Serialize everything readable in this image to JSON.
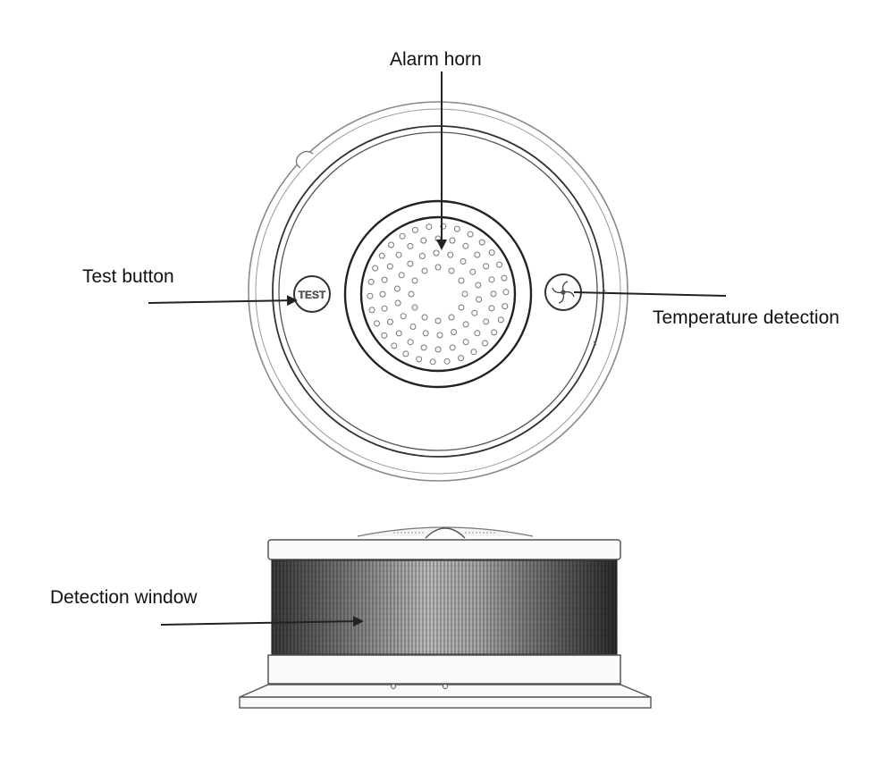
{
  "labels": {
    "alarm_horn": "Alarm horn",
    "test_button": "Test button",
    "temperature_detection": "Temperature detection",
    "detection_window": "Detection window"
  },
  "device": {
    "button_text": "TEST"
  },
  "colors": {
    "line": "#222222",
    "outline_light": "#8a8a8a",
    "mesh_dark": "#2f2f2f",
    "mesh_light": "#b8b8b8"
  }
}
